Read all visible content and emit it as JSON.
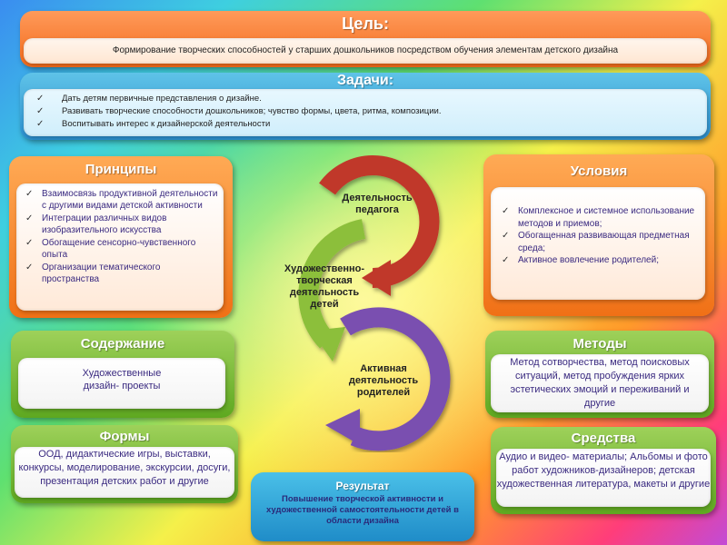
{
  "goal": {
    "title": "Цель:",
    "text": "Формирование творческих способностей у старших дошкольников посредством обучения элементам детского дизайна"
  },
  "tasks": {
    "title": "Задачи:",
    "items": [
      "Дать детям первичные представления о дизайне.",
      "Развивать творческие способности дошкольников; чувство формы, цвета, ритма, композиции.",
      "Воспитывать интерес к дизайнерской деятельности"
    ]
  },
  "principles": {
    "title": "Принципы",
    "items": [
      "Взаимосвязь продуктивной деятельности с другими видами детской активности",
      "Интеграции различных видов изобразительного искусства",
      "Обогащение сенсорно-чувственного опыта",
      "Организации тематического пространства"
    ]
  },
  "conditions": {
    "title": "Условия",
    "items": [
      "Комплексное и системное использование методов и приемов;",
      "Обогащенная развивающая предметная среда;",
      "Активное вовлечение родителей;"
    ]
  },
  "content": {
    "title": "Содержание",
    "text": "Художественные дизайн- проекты"
  },
  "methods": {
    "title": "Методы",
    "text": "Метод сотворчества, метод поисковых ситуаций, метод пробуждения ярких эстетических эмоций и переживаний и другие"
  },
  "forms": {
    "title": "Формы",
    "text": "ООД, дидактические игры, выставки, конкурсы, моделирование, экскурсии, досуги, презентация детских работ и другие"
  },
  "means": {
    "title": "Средства",
    "text": "Аудио и видео- материалы; Альбомы и фото работ художников-дизайнеров; детская художественная литература, макеты и другие"
  },
  "result": {
    "title": "Результат",
    "text": "Повышение творческой активности и художественной самостоятельности детей в области дизайна"
  },
  "cycle": {
    "teacher": "Деятельность педагога",
    "children": "Художественно-творческая деятельность детей",
    "parents": "Активная деятельность родителей",
    "colors": {
      "teacher": "#c0392b",
      "children": "#8cbf3a",
      "parents": "#7a4fb0"
    }
  }
}
